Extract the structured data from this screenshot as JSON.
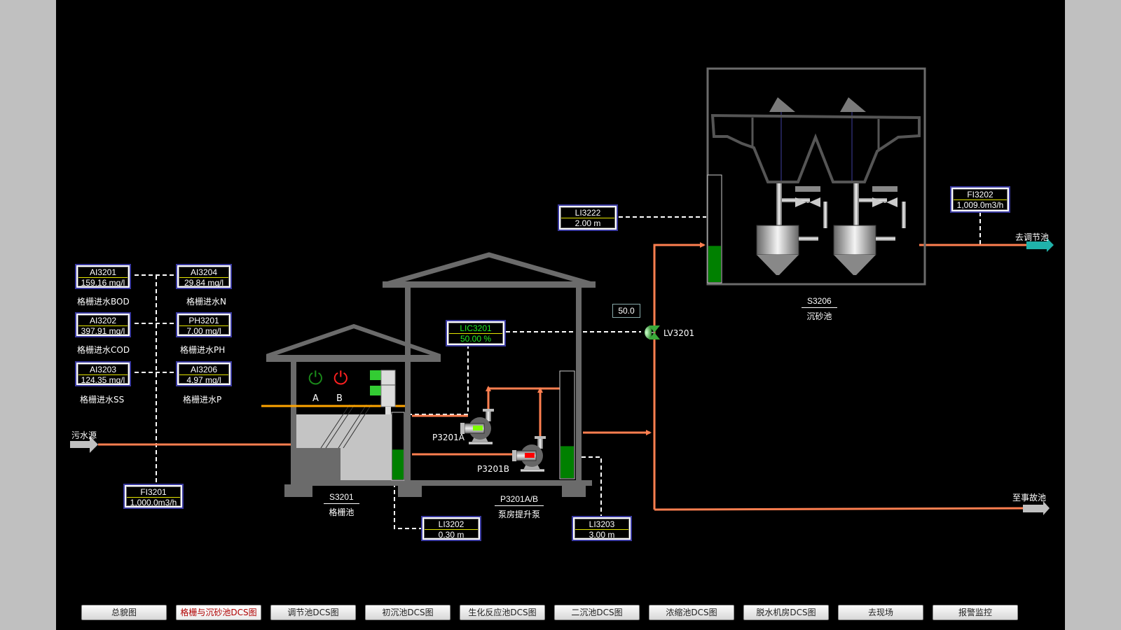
{
  "colors": {
    "background": "#000000",
    "frame": "#c0c0c0",
    "pipe": "#ff7f50",
    "structure": "#6b6b6b",
    "level_fill": "#008000",
    "pump_run": "#7fff00",
    "pump_stop": "#ff0000",
    "power_on": "#1a8a1a",
    "power_off": "#ff2020",
    "outlet_arrow": "#20b2aa",
    "conveyor": "#ffa500"
  },
  "analyzers": [
    {
      "tag": "AI3201",
      "value": "159.16 mg/l",
      "label": "格栅进水BOD"
    },
    {
      "tag": "AI3204",
      "value": "29.84  mg/l",
      "label": "格栅进水N"
    },
    {
      "tag": "AI3202",
      "value": "397.91 mg/l",
      "label": "格栅进水COD"
    },
    {
      "tag": "PH3201",
      "value": "7.00   mg/l",
      "label": "格栅进水PH"
    },
    {
      "tag": "AI3203",
      "value": "124.35 mg/l",
      "label": "格栅进水SS"
    },
    {
      "tag": "AI3206",
      "value": "4.97   mg/l",
      "label": "格栅进水P"
    }
  ],
  "flow_in": {
    "tag": "FI3201",
    "value": "1,000.0m3/h"
  },
  "flow_out": {
    "tag": "FI3202",
    "value": "1,009.0m3/h"
  },
  "source_label": "污水源",
  "to_regulating_label": "去调节池",
  "to_emergency_label": "至事故池",
  "screen_basin": {
    "id": "S3201",
    "name": "格栅池",
    "screen_a_label": "A",
    "screen_b_label": "B",
    "screen_a_state": "on",
    "screen_b_state": "off",
    "level_fraction": 0.45
  },
  "pump_house": {
    "id": "P3201A/B",
    "name": "泵房提升泵",
    "pump_a": {
      "label": "P3201A",
      "state": "running"
    },
    "pump_b": {
      "label": "P3201B",
      "state": "stopped"
    },
    "level_fraction": 0.3
  },
  "lic": {
    "tag": "LIC3201",
    "value": "50.00   %"
  },
  "valve": {
    "tag": "LV3201",
    "opening": "50.0"
  },
  "level_indicators": [
    {
      "tag": "LI3202",
      "value": "0.30     m"
    },
    {
      "tag": "LI3203",
      "value": "3.00     m"
    },
    {
      "tag": "LI3222",
      "value": "2.00     m"
    }
  ],
  "grit_chamber": {
    "id": "S3206",
    "name": "沉砂池",
    "level_fraction": 0.34
  },
  "nav": [
    {
      "label": "总貌图",
      "active": false
    },
    {
      "label": "格栅与沉砂池DCS图",
      "active": true
    },
    {
      "label": "调节池DCS图",
      "active": false
    },
    {
      "label": "初沉池DCS图",
      "active": false
    },
    {
      "label": "生化反应池DCS图",
      "active": false
    },
    {
      "label": "二沉池DCS图",
      "active": false
    },
    {
      "label": "浓缩池DCS图",
      "active": false
    },
    {
      "label": "脱水机房DCS图",
      "active": false
    },
    {
      "label": "去现场",
      "active": false
    },
    {
      "label": "报警监控",
      "active": false
    }
  ]
}
